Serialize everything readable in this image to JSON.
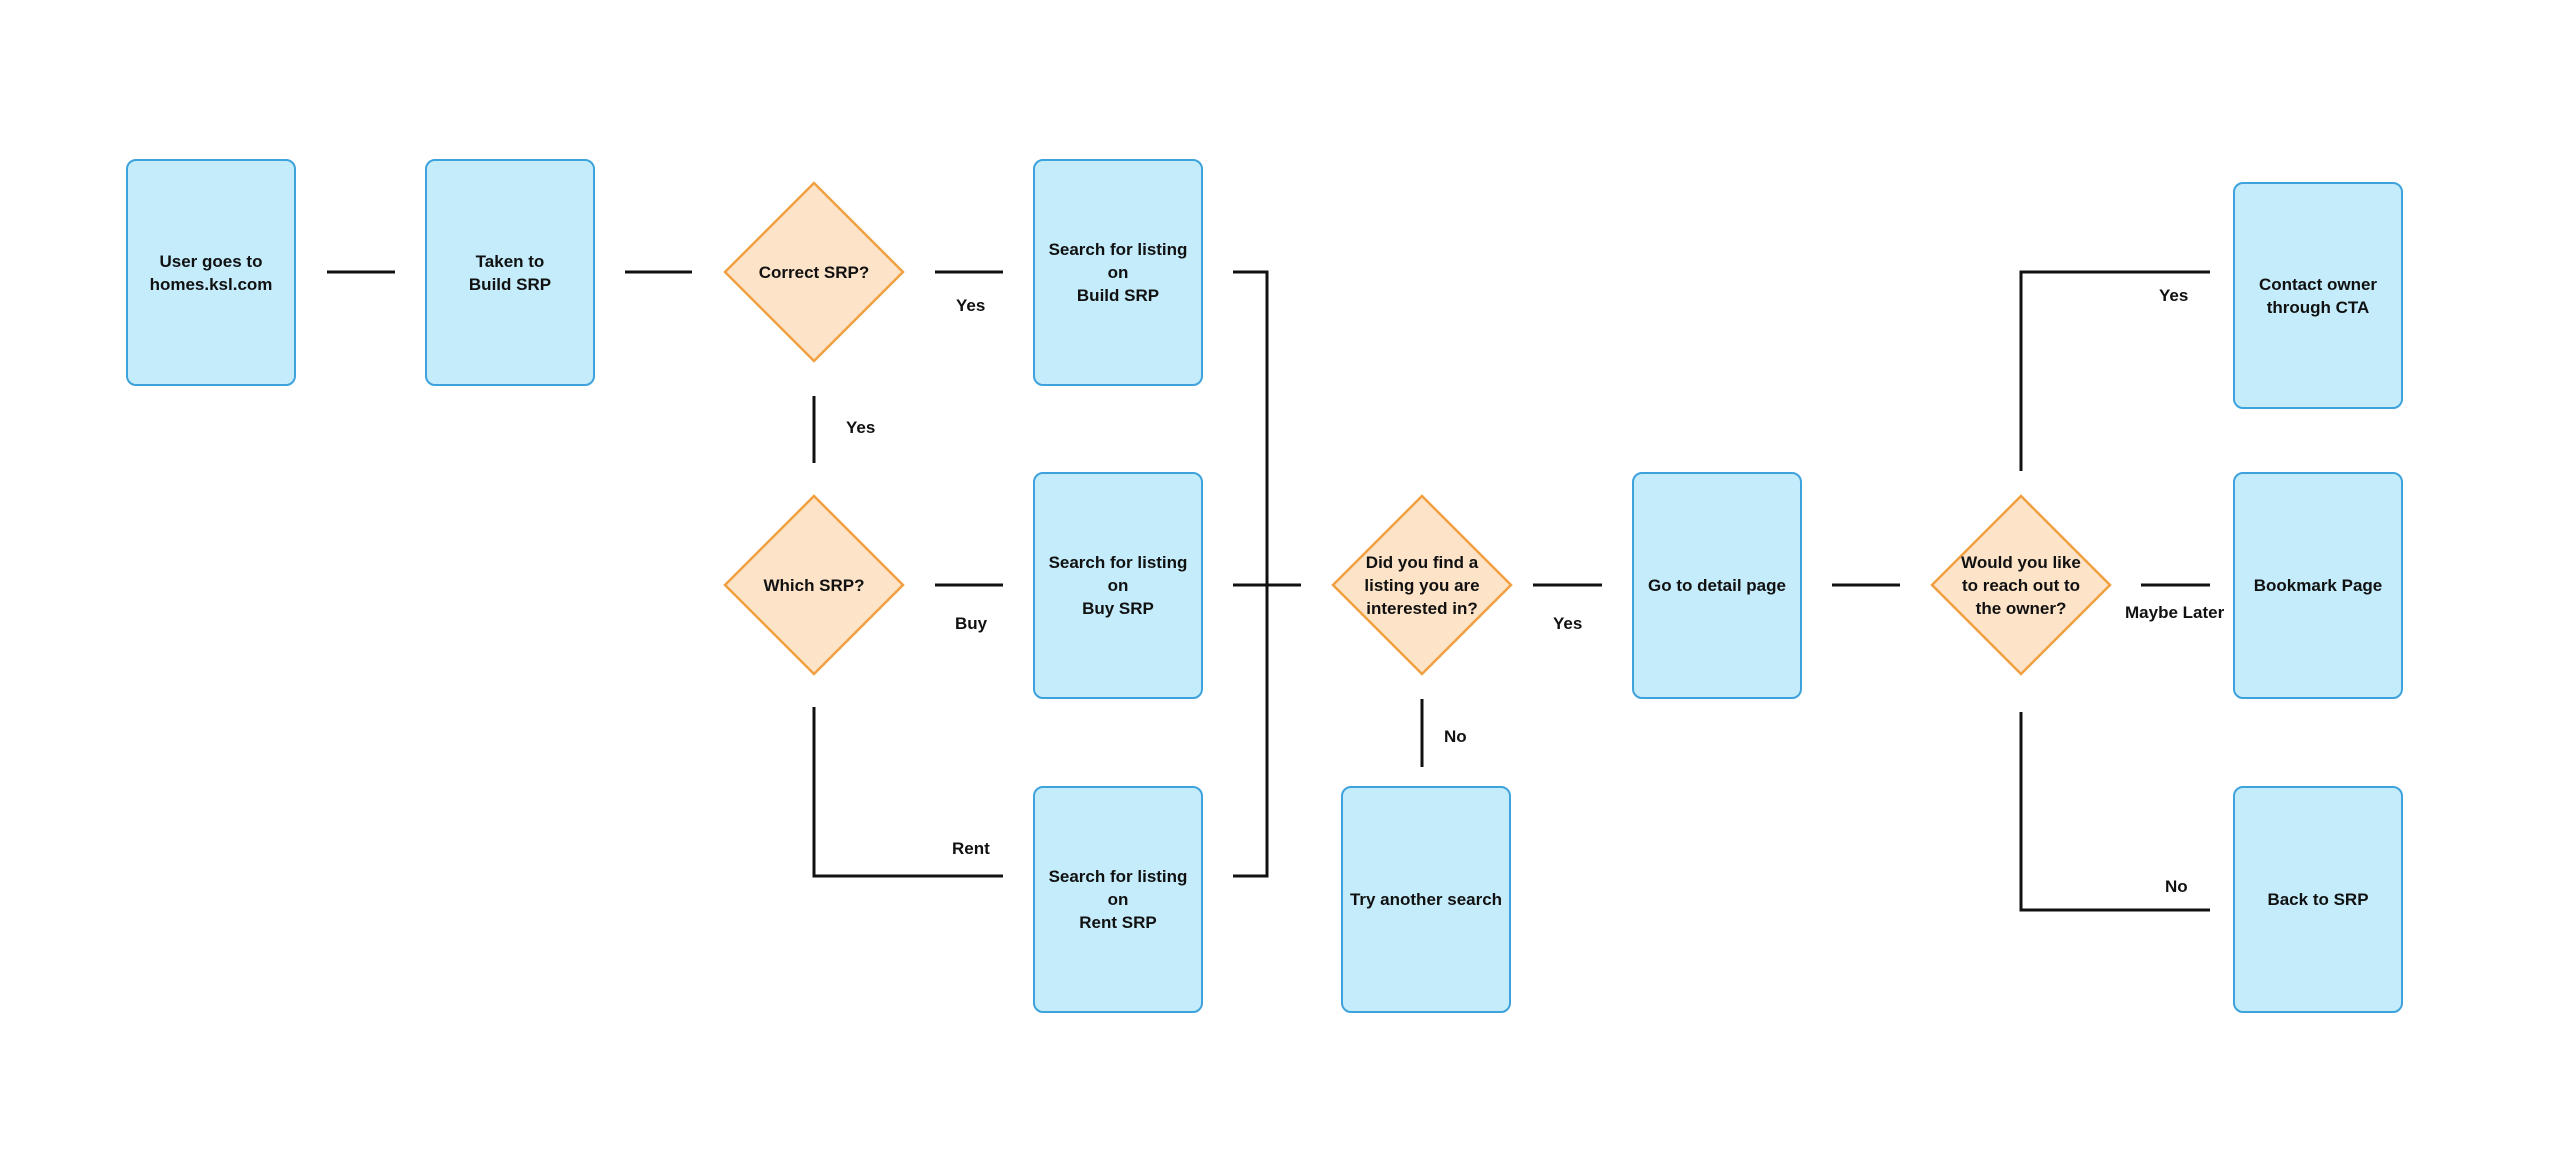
{
  "colors": {
    "process_fill": "#c4ecfb",
    "process_border": "#3ea2dc",
    "decision_fill": "#fde3c8",
    "decision_border": "#f0a040",
    "line": "#111111"
  },
  "nodes": {
    "start": "User goes to\nhomes.ksl.com",
    "build_srp": "Taken to\nBuild SRP",
    "correct_srp": "Correct SRP?",
    "which_srp": "Which SRP?",
    "search_build": "Search for listing on\nBuild SRP",
    "search_buy": "Search for listing on\nBuy SRP",
    "search_rent": "Search for listing on\nRent SRP",
    "find_listing": "Did you find a\nlisting you are\ninterested in?",
    "try_again": "Try another search",
    "detail_page": "Go to detail page",
    "reach_out": "Would you like\nto reach out to\nthe owner?",
    "contact_owner": "Contact owner\nthrough CTA",
    "bookmark": "Bookmark Page",
    "back_srp": "Back to SRP"
  },
  "edge_labels": {
    "correct_yes": "Yes",
    "which_yes": "Yes",
    "buy": "Buy",
    "rent": "Rent",
    "found_yes": "Yes",
    "found_no": "No",
    "contact_yes": "Yes",
    "maybe_later": "Maybe Later",
    "owner_no": "No"
  }
}
